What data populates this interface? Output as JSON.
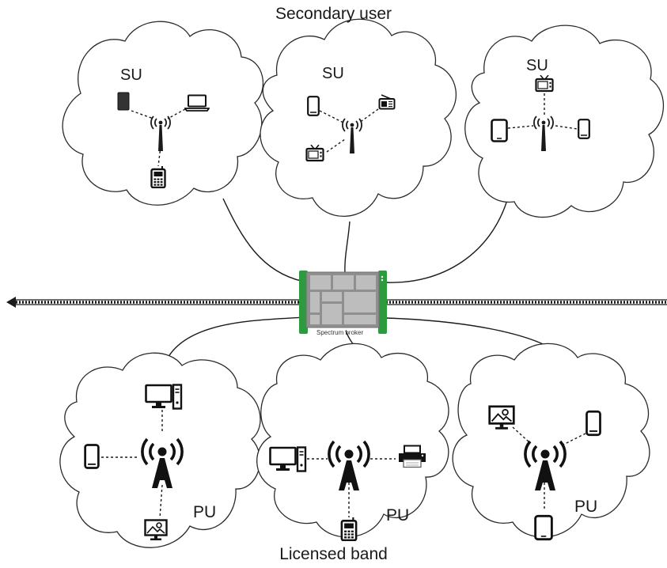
{
  "diagram": {
    "title_top": "Secondary user",
    "title_bottom": "Licensed band",
    "su_label": "SU",
    "pu_label": "PU",
    "broker_label": "Spectrum broker",
    "colors": {
      "line": "#1a1a1a",
      "cloud_stroke": "#2a2a2a",
      "broker_frame": "#2e9a3e",
      "broker_tile": "#b8b8b8",
      "broker_bg": "#8f8f8f"
    },
    "secondary_networks": [
      {
        "name": "su-network-1",
        "devices": [
          "tablet-icon",
          "laptop-icon",
          "feature-phone-icon"
        ]
      },
      {
        "name": "su-network-2",
        "devices": [
          "phone-icon",
          "radio-icon",
          "tv-icon"
        ]
      },
      {
        "name": "su-network-3",
        "devices": [
          "tv-icon",
          "tablet-icon",
          "phone-icon"
        ]
      }
    ],
    "primary_networks": [
      {
        "name": "pu-network-1",
        "devices": [
          "desktop-computer-icon",
          "phone-icon",
          "picture-monitor-icon"
        ]
      },
      {
        "name": "pu-network-2",
        "devices": [
          "desktop-computer-icon",
          "printer-icon",
          "feature-phone-icon"
        ]
      },
      {
        "name": "pu-network-3",
        "devices": [
          "picture-monitor-icon",
          "phone-icon",
          "tablet-icon"
        ]
      }
    ]
  }
}
